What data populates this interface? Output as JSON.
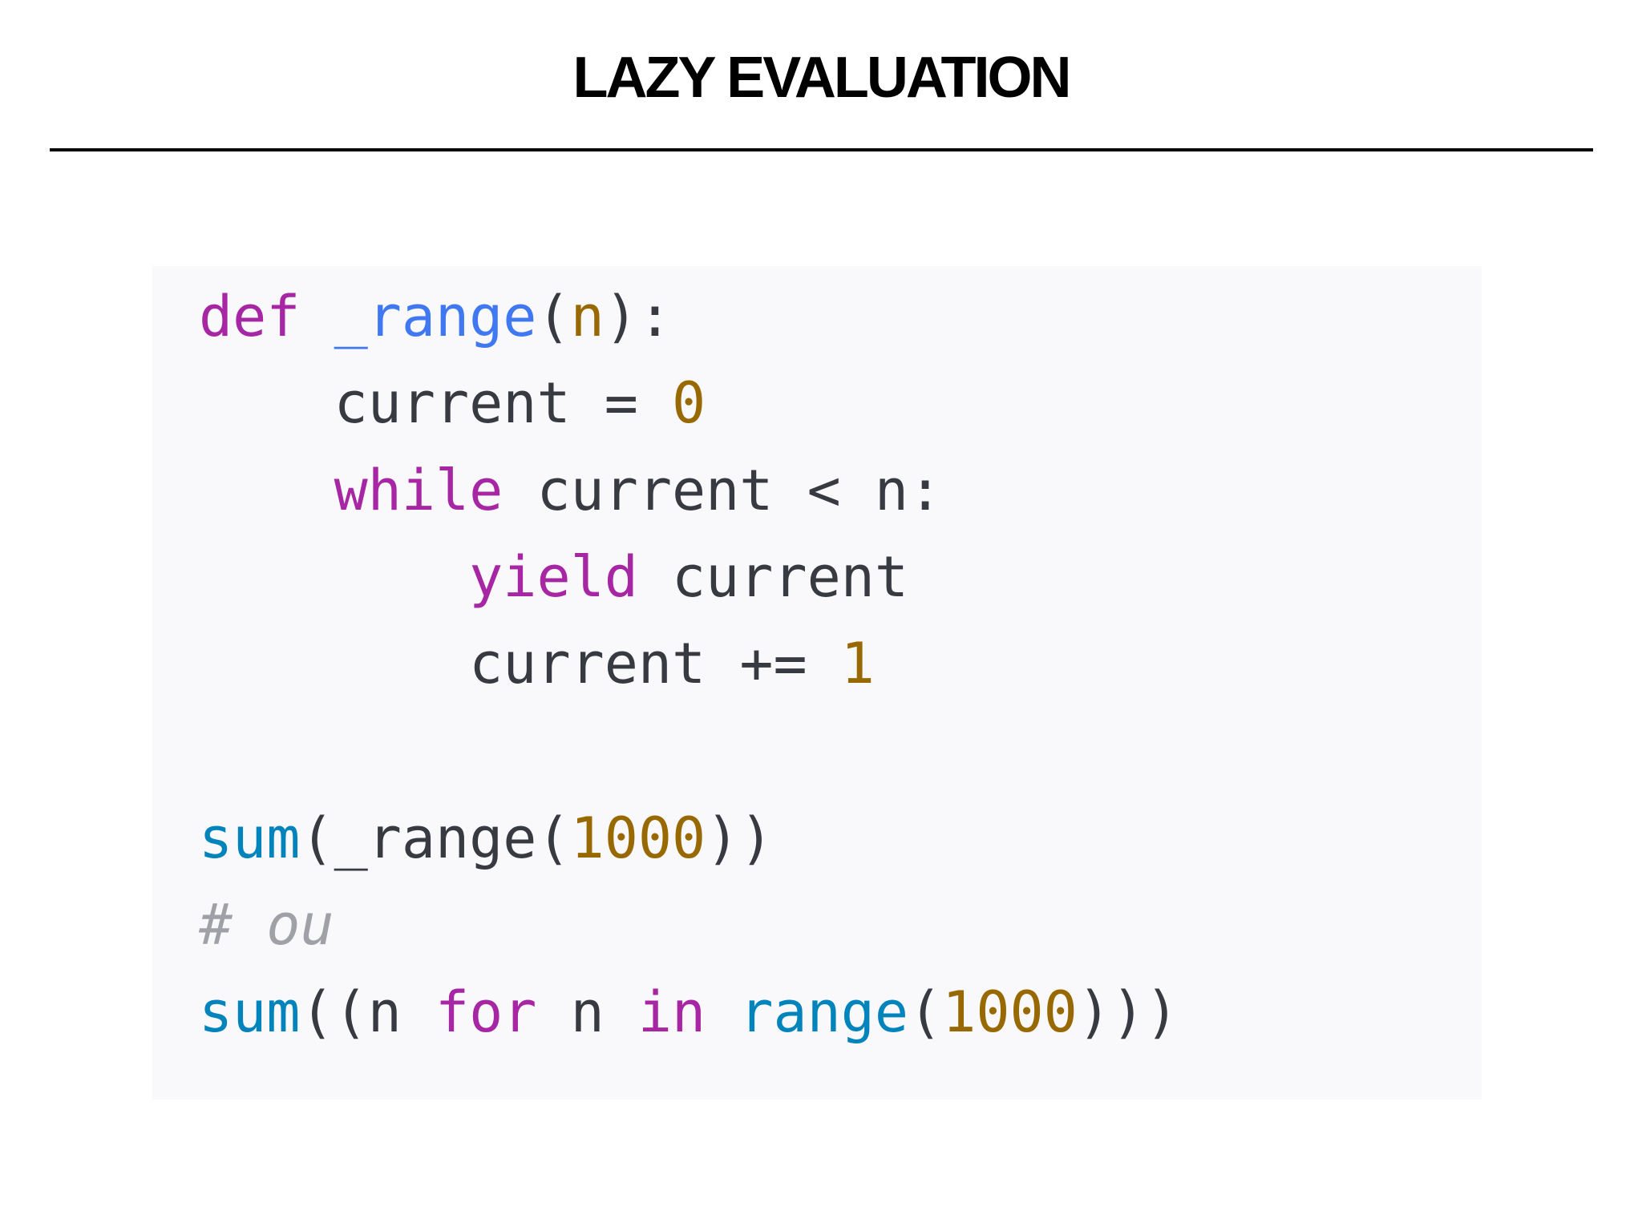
{
  "slide": {
    "title": "LAZY EVALUATION"
  },
  "code": {
    "language": "python",
    "colors": {
      "background": "#f9f9fb",
      "keyword": "#a626a4",
      "function": "#4078f2",
      "number": "#986801",
      "builtin": "#0184bc",
      "comment": "#a0a1a7",
      "text": "#383a42"
    },
    "lines": [
      {
        "text": "def _range(n):",
        "tokens": {
          "kw_def": "def",
          "sp1": " ",
          "fn_name": "_range",
          "open": "(",
          "param_n": "n",
          "close": "):"
        }
      },
      {
        "text": "    current = 0",
        "tokens": {
          "indent": "    ",
          "var": "current",
          "op": " = ",
          "num": "0"
        }
      },
      {
        "text": "    while current < n:",
        "tokens": {
          "indent": "    ",
          "kw_while": "while",
          "rest": " current < n:"
        }
      },
      {
        "text": "        yield current",
        "tokens": {
          "indent": "        ",
          "kw_yield": "yield",
          "rest": " current"
        }
      },
      {
        "text": "        current += 1",
        "tokens": {
          "indent": "        ",
          "var": "current",
          "op": " += ",
          "num": "1"
        }
      },
      {
        "text": "",
        "tokens": {}
      },
      {
        "text": "sum(_range(1000))",
        "tokens": {
          "builtin_sum": "sum",
          "mid": "(_range(",
          "num": "1000",
          "close": "))"
        }
      },
      {
        "text": "# ou",
        "tokens": {
          "comment": "# ou"
        }
      },
      {
        "text": "sum((n for n in range(1000)))",
        "tokens": {
          "builtin_sum": "sum",
          "open": "((n ",
          "kw_for": "for",
          "mid1": " n ",
          "kw_in": "in",
          "sp": " ",
          "builtin_range": "range",
          "paren": "(",
          "num": "1000",
          "close": ")))"
        }
      }
    ]
  }
}
